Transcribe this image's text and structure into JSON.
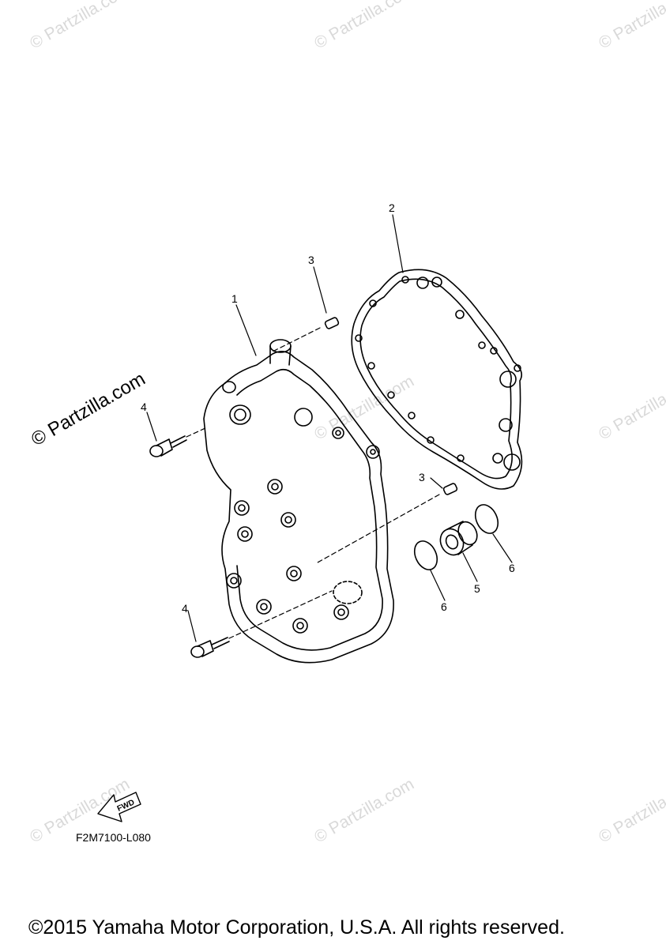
{
  "watermark": "© Partzilla.com",
  "callouts": [
    "1",
    "2",
    "3",
    "3",
    "4",
    "4",
    "5",
    "6",
    "6"
  ],
  "fwd_label": "FWD",
  "diagram_code": "F2M7100-L080",
  "copyright": "©2015 Yamaha Motor Corporation, U.S.A. All rights reserved."
}
